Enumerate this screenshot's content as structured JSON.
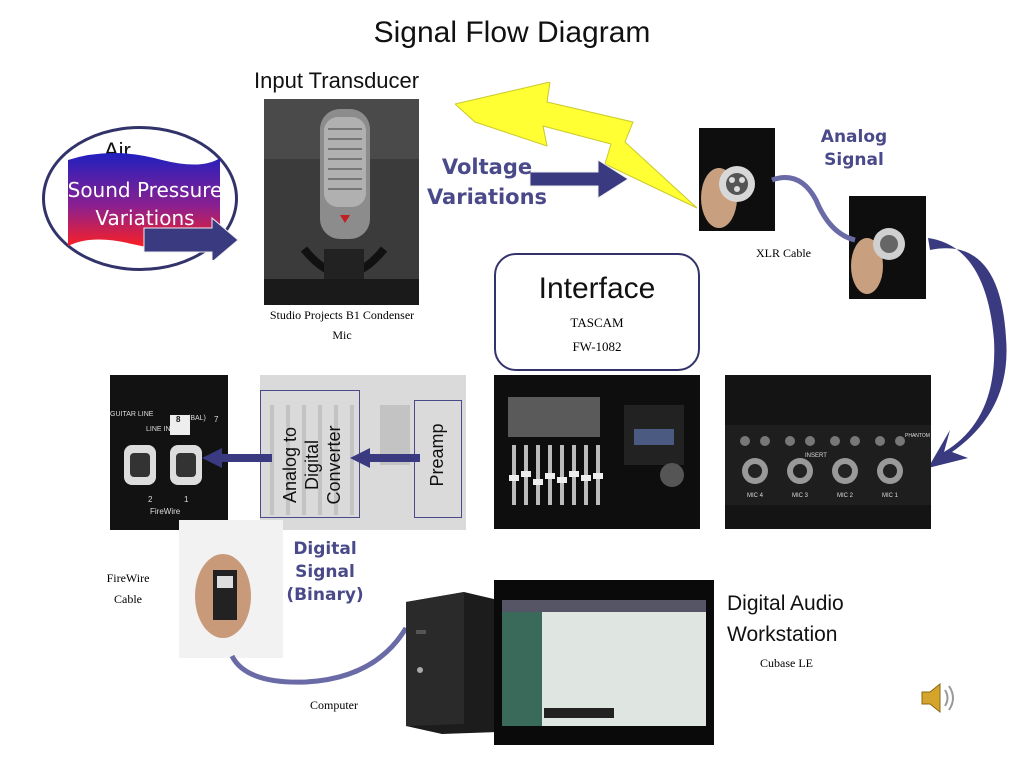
{
  "title": "Signal Flow Diagram",
  "input_transducer": "Input Transducer",
  "air_label": "Air",
  "sound_pressure_line1": "Sound Pressure",
  "sound_pressure_line2": "Variations",
  "voltage_line1": "Voltage",
  "voltage_line2": "Variations",
  "mic_caption_line1": "Studio Projects B1 Condenser",
  "mic_caption_line2": "Mic",
  "analog_signal_line1": "Analog",
  "analog_signal_line2": "Signal",
  "xlr_cable": "XLR Cable",
  "interface_title": "Interface",
  "interface_line1": "TASCAM",
  "interface_line2": "FW-1082",
  "adc_line1": "Analog to",
  "adc_line2": "Digital",
  "adc_line3": "Converter",
  "preamp": "Preamp",
  "digital_signal_line1": "Digital",
  "digital_signal_line2": "Signal",
  "digital_signal_line3": "(Binary)",
  "firewire_line1": "FireWire",
  "firewire_line2": "Cable",
  "computer": "Computer",
  "daw_line1": "Digital Audio",
  "daw_line2": "Workstation",
  "cubase": "Cubase LE",
  "panel_texts": {
    "guitar_line": "GUITAR LINE",
    "line_in": "LINE IN",
    "bal": "(BAL)",
    "eight": "8",
    "seven": "7",
    "firewire": "FireWire",
    "two": "2",
    "one": "1",
    "mic4": "MIC 4",
    "mic3": "MIC 3",
    "mic2": "MIC 2",
    "mic1": "MIC 1",
    "insert": "INSERT",
    "phantom": "PHANTOM"
  },
  "colors": {
    "arrow_purple": "#4a4a8a",
    "lightning_yellow": "#ffff33",
    "gradient_top": "#2020c0",
    "gradient_bottom": "#ff2020",
    "box_border": "#33336b"
  },
  "icons": [
    "speaker-icon"
  ]
}
